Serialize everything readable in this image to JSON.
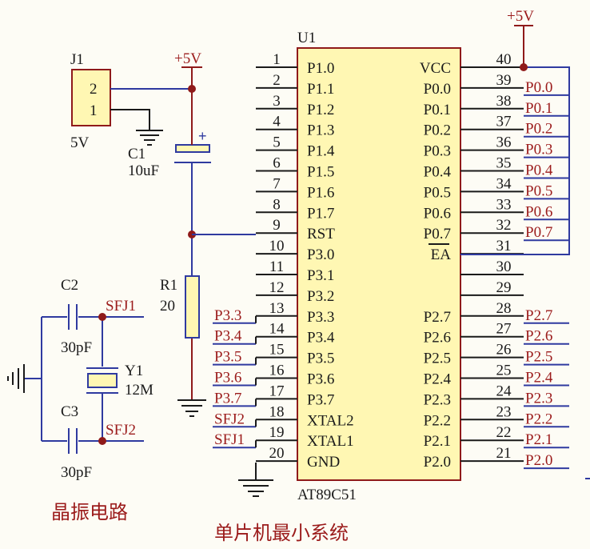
{
  "schematic": {
    "title": "单片机最小系统",
    "partial_top_label": "",
    "crystal_section_title": "晶振电路",
    "power_labels": {
      "left": "+5V",
      "right": "+5V"
    },
    "chip": {
      "refdes": "U1",
      "part": "AT89C51",
      "left_pins": [
        {
          "num": "1",
          "name": "P1.0",
          "net": ""
        },
        {
          "num": "2",
          "name": "P1.1",
          "net": ""
        },
        {
          "num": "3",
          "name": "P1.2",
          "net": ""
        },
        {
          "num": "4",
          "name": "P1.3",
          "net": ""
        },
        {
          "num": "5",
          "name": "P1.4",
          "net": ""
        },
        {
          "num": "6",
          "name": "P1.5",
          "net": ""
        },
        {
          "num": "7",
          "name": "P1.6",
          "net": ""
        },
        {
          "num": "8",
          "name": "P1.7",
          "net": ""
        },
        {
          "num": "9",
          "name": "RST",
          "net": ""
        },
        {
          "num": "10",
          "name": "P3.0",
          "net": ""
        },
        {
          "num": "11",
          "name": "P3.1",
          "net": ""
        },
        {
          "num": "12",
          "name": "P3.2",
          "net": ""
        },
        {
          "num": "13",
          "name": "P3.3",
          "net": "P3.3"
        },
        {
          "num": "14",
          "name": "P3.4",
          "net": "P3.4"
        },
        {
          "num": "15",
          "name": "P3.5",
          "net": "P3.5"
        },
        {
          "num": "16",
          "name": "P3.6",
          "net": "P3.6"
        },
        {
          "num": "17",
          "name": "P3.7",
          "net": "P3.7"
        },
        {
          "num": "18",
          "name": "XTAL2",
          "net": "SFJ2"
        },
        {
          "num": "19",
          "name": "XTAL1",
          "net": "SFJ1"
        },
        {
          "num": "20",
          "name": "GND",
          "net": ""
        }
      ],
      "right_pins": [
        {
          "num": "40",
          "name": "VCC",
          "net": ""
        },
        {
          "num": "39",
          "name": "P0.0",
          "net": "P0.0"
        },
        {
          "num": "38",
          "name": "P0.1",
          "net": "P0.1"
        },
        {
          "num": "37",
          "name": "P0.2",
          "net": "P0.2"
        },
        {
          "num": "36",
          "name": "P0.3",
          "net": "P0.3"
        },
        {
          "num": "35",
          "name": "P0.4",
          "net": "P0.4"
        },
        {
          "num": "34",
          "name": "P0.5",
          "net": "P0.5"
        },
        {
          "num": "33",
          "name": "P0.6",
          "net": "P0.6"
        },
        {
          "num": "32",
          "name": "P0.7",
          "net": "P0.7"
        },
        {
          "num": "31",
          "name": "EA",
          "net": ""
        },
        {
          "num": "30",
          "name": "",
          "net": ""
        },
        {
          "num": "29",
          "name": "",
          "net": ""
        },
        {
          "num": "28",
          "name": "P2.7",
          "net": "P2.7"
        },
        {
          "num": "27",
          "name": "P2.6",
          "net": "P2.6"
        },
        {
          "num": "26",
          "name": "P2.5",
          "net": "P2.5"
        },
        {
          "num": "25",
          "name": "P2.4",
          "net": "P2.4"
        },
        {
          "num": "24",
          "name": "P2.3",
          "net": "P2.3"
        },
        {
          "num": "23",
          "name": "P2.2",
          "net": "P2.2"
        },
        {
          "num": "22",
          "name": "P2.1",
          "net": "P2.1"
        },
        {
          "num": "21",
          "name": "P2.0",
          "net": "P2.0"
        }
      ]
    },
    "connector": {
      "refdes": "J1",
      "pin_top": "2",
      "pin_bottom": "1",
      "value": "5V"
    },
    "c1": {
      "refdes": "C1",
      "value": "10uF"
    },
    "r1": {
      "refdes": "R1",
      "value": "20"
    },
    "c2": {
      "refdes": "C2",
      "value": "30pF",
      "net": "SFJ1"
    },
    "c3": {
      "refdes": "C3",
      "value": "30pF",
      "net": "SFJ2"
    },
    "y1": {
      "refdes": "Y1",
      "value": "12M"
    },
    "colors": {
      "wire": "#2f3aa0",
      "label": "#9b1b1b",
      "component_fill": "#fff7b3",
      "component_stroke": "#8f1a1a"
    }
  }
}
